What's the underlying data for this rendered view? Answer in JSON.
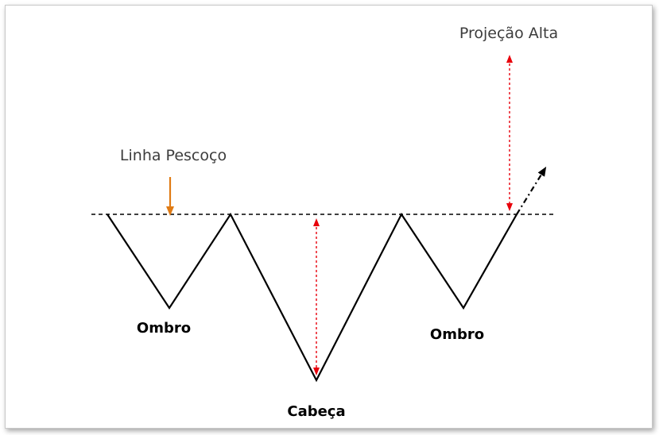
{
  "diagram": {
    "labels": {
      "neckline": "Linha Pescoço",
      "projection": "Projeção Alta",
      "left_shoulder": "Ombro",
      "head": "Cabeça",
      "right_shoulder": "Ombro"
    },
    "colors": {
      "price_line": "#000000",
      "neckline": "#000000",
      "neckline_pointer": "#e07b14",
      "measure_arrows": "#e8000b"
    },
    "icons": {
      "neckline_pointer": "arrow-down-icon",
      "head_measure": "double-arrow-vertical-icon",
      "projection_measure": "double-arrow-vertical-icon",
      "breakout": "arrow-up-right-icon"
    }
  }
}
